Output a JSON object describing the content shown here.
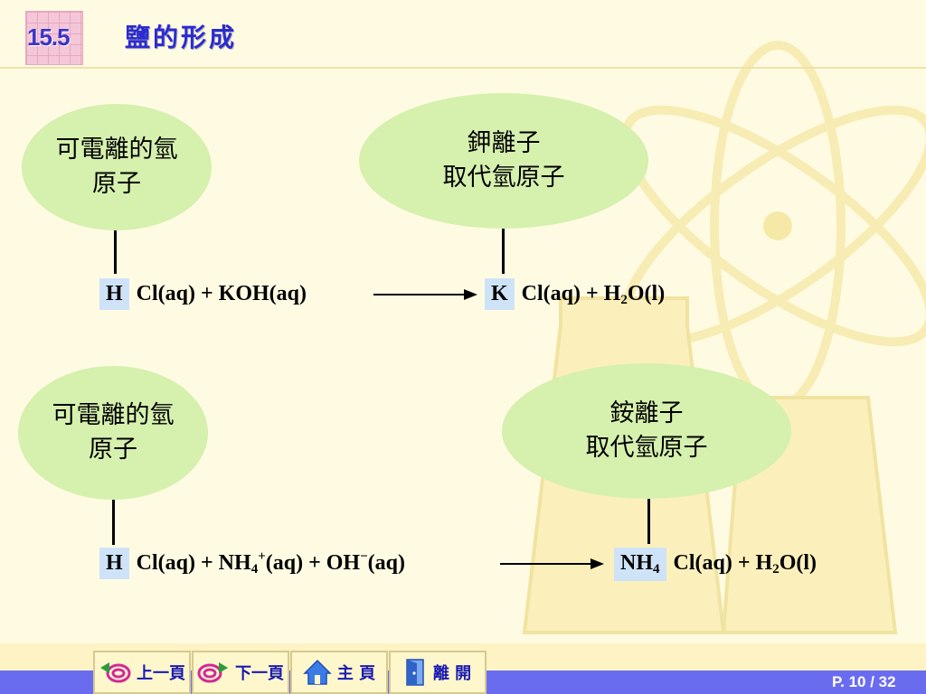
{
  "header": {
    "section": "15.5",
    "title": "鹽的形成"
  },
  "reaction1": {
    "bubble_left": [
      "可電離的氫",
      "原子"
    ],
    "bubble_right": [
      "鉀離子",
      "取代氫原子"
    ],
    "lhs_hl": "H",
    "lhs_rest": "Cl(aq) + KOH(aq)",
    "rhs_hl": "K",
    "rhs_a": "Cl(aq) + H",
    "rhs_sub": "2",
    "rhs_b": "O(l)"
  },
  "reaction2": {
    "bubble_left": [
      "可電離的氫",
      "原子"
    ],
    "bubble_right": [
      "銨離子",
      "取代氫原子"
    ],
    "lhs_hl": "H",
    "lhs_a": "Cl(aq) + NH",
    "lhs_sub": "4",
    "lhs_sup": "+",
    "lhs_b": "(aq) + OH",
    "lhs_sup2": "−",
    "lhs_c": "(aq)",
    "rhs_hl_a": "NH",
    "rhs_hl_sub": "4",
    "rhs_a": "Cl(aq) + H",
    "rhs_sub": "2",
    "rhs_b": "O(l)"
  },
  "nav": {
    "prev": "上一頁",
    "next": "下一頁",
    "home": "主 頁",
    "exit": "離 開",
    "page": "P. 10 / 32"
  },
  "colors": {
    "bubble": "#d6f0ae",
    "highlight": "#cfe3f8",
    "footer": "#6a6cf0",
    "title": "#2b2bd1"
  }
}
